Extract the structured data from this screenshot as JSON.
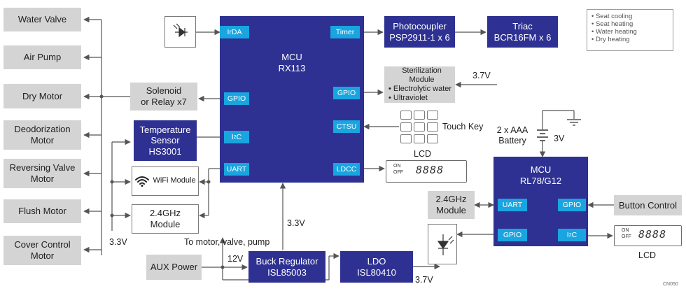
{
  "loads": [
    "Water Valve",
    "Air Pump",
    "Dry Motor",
    "Deodorization Motor",
    "Reversing Valve Motor",
    "Flush Motor",
    "Cover Control Motor"
  ],
  "solenoid": [
    "Solenoid",
    "or Relay x7"
  ],
  "temp_sensor": [
    "Temperature",
    "Sensor",
    "HS3001"
  ],
  "wifi_module": "WiFi Module",
  "module24_left": [
    "2.4GHz",
    "Module"
  ],
  "mcu1": {
    "title": "MCU",
    "part": "RX113",
    "ports": {
      "irda": "IrDA",
      "timer": "Timer",
      "gpio_left": "GPIO",
      "gpio_right": "GPIO",
      "i2c_base": "I",
      "i2c_sup": "2",
      "i2c_end": "C",
      "ctsu": "CTSU",
      "uart": "UART",
      "ldcc": "LDCC"
    }
  },
  "photocoupler": [
    "Photocoupler",
    "PSP2911-1 x 6"
  ],
  "triac": [
    "Triac",
    "BCR16FM x 6"
  ],
  "sterilization": {
    "title": "Sterilization Module",
    "items": [
      "Electrolytic water",
      "Ultraviolet"
    ],
    "bullet": "•"
  },
  "legend": [
    "• Seat cooling",
    "• Seat heating",
    "• Water heating",
    "• Dry heating"
  ],
  "touch_key": "Touch Key",
  "lcd_label": "LCD",
  "lcd_label2": "LCD",
  "lcd_display": {
    "on": "ON",
    "off": "OFF",
    "digits": "8888"
  },
  "battery": [
    "2 x AAA",
    "Battery"
  ],
  "mcu2": {
    "title": "MCU",
    "part": "RL78/G12",
    "ports": {
      "uart": "UART",
      "gpio_right": "GPIO",
      "gpio_left": "GPIO",
      "i2c_base": "I",
      "i2c_sup": "2",
      "i2c_end": "C"
    }
  },
  "module24_right": [
    "2.4GHz",
    "Module"
  ],
  "button_control": "Button Control",
  "aux_power": "AUX Power",
  "buck": [
    "Buck Regulator",
    "ISL85003"
  ],
  "ldo": [
    "LDO",
    "ISL80410"
  ],
  "labels": {
    "v33_left": "3.3V",
    "v33_mid": "3.3V",
    "to_motor": "To motor, valve, pump",
    "v12": "12V",
    "v37_ldo": "3.7V",
    "v37_ster": "3.7V",
    "v3_bat": "3V",
    "code": "CN050"
  }
}
